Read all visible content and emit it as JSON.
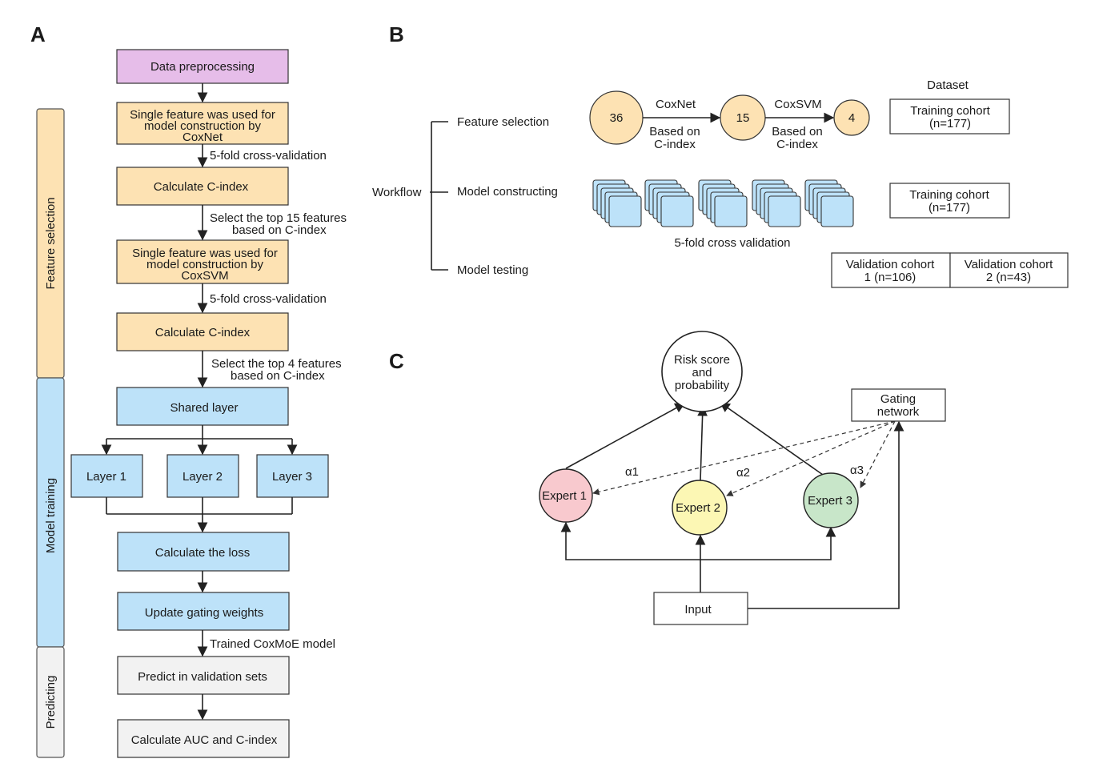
{
  "panels": {
    "a": "A",
    "b": "B",
    "c": "C"
  },
  "colors": {
    "purple": "#e6bde9",
    "orange": "#fde2b3",
    "blue": "#bde2f9",
    "gray": "#f2f2f2",
    "red": "#f8c9ce",
    "yellow": "#fcf7b4",
    "green": "#c8e6c9"
  },
  "flow": {
    "data_preprocessing": "Data preprocessing",
    "single_coxnet": [
      "Single feature was used for",
      "model construction by",
      "CoxNet"
    ],
    "cv1": "5-fold cross-validation",
    "calc_cindex_1": "Calculate C-index",
    "select_15": [
      "Select the top 15 features",
      "based on C-index"
    ],
    "single_coxsvm": [
      "Single feature was used for",
      "model construction by",
      "CoxSVM"
    ],
    "cv2": "5-fold cross-validation",
    "calc_cindex_2": "Calculate C-index",
    "select_4": [
      "Select the top 4 features",
      "based on C-index"
    ],
    "shared_layer": "Shared layer",
    "layer1": "Layer 1",
    "layer2": "Layer 2",
    "layer3": "Layer 3",
    "calc_loss": "Calculate the loss",
    "update_gating": "Update gating weights",
    "trained_model": "Trained CoxMoE model",
    "predict_validation": "Predict in validation sets",
    "calc_auc": "Calculate AUC and C-index"
  },
  "phases": {
    "feature_selection": "Feature selection",
    "model_training": "Model training",
    "predicting": "Predicting"
  },
  "workflow": {
    "root": "Workflow",
    "feature_selection": "Feature selection",
    "model_constructing": "Model constructing",
    "model_testing": "Model testing",
    "n36": "36",
    "n15": "15",
    "n4": "4",
    "coxnet": "CoxNet",
    "coxsvm": "CoxSVM",
    "based_on": [
      "Based on",
      "C-index"
    ],
    "cv_label": "5-fold cross validation",
    "dataset_header": "Dataset",
    "training_cohort": [
      "Training cohort",
      "(n=177)"
    ],
    "validation_cohort_1": [
      "Validation cohort",
      "1 (n=106)"
    ],
    "validation_cohort_2": [
      "Validation cohort",
      "2 (n=43)"
    ]
  },
  "moe": {
    "risk": [
      "Risk score",
      "and",
      "probability"
    ],
    "gating": [
      "Gating",
      "network"
    ],
    "expert1": "Expert 1",
    "expert2": "Expert 2",
    "expert3": "Expert 3",
    "a1": "α1",
    "a2": "α2",
    "a3": "α3",
    "input": "Input"
  }
}
